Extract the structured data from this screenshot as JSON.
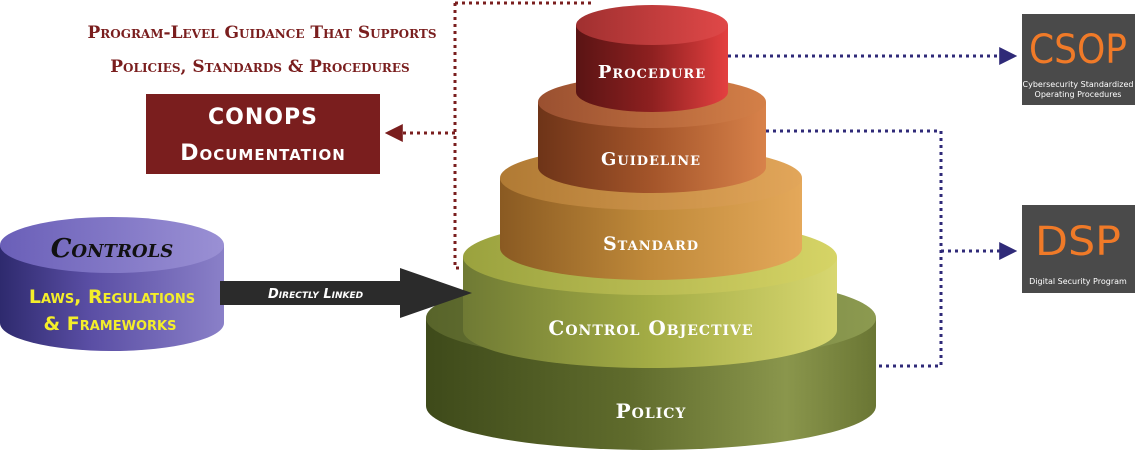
{
  "guidance": {
    "line1": "Program-Level Guidance That Supports",
    "line2": "Policies, Standards & Procedures"
  },
  "conops": {
    "line1": "CONOPS",
    "line2": "Documentation"
  },
  "controls": {
    "title": "Controls",
    "line1": "Laws, Regulations",
    "line2": "& Frameworks"
  },
  "arrow": {
    "label": "Directly Linked"
  },
  "tiers": {
    "procedure": "Procedure",
    "guideline": "Guideline",
    "standard": "Standard",
    "control_objective": "Control Objective",
    "policy": "Policy"
  },
  "csop": {
    "abbr": "CSOP",
    "line1": "Cybersecurity Standardized",
    "line2": "Operating Procedures"
  },
  "dsp": {
    "abbr": "DSP",
    "line1": "Digital Security Program"
  },
  "colors": {
    "dark_red": "#7a1e1e",
    "dotted_blue": "#2f2a78",
    "box_gray": "#4a4a4a",
    "box_orange": "#f07a28",
    "controls_purple": "#5b4ea8"
  }
}
